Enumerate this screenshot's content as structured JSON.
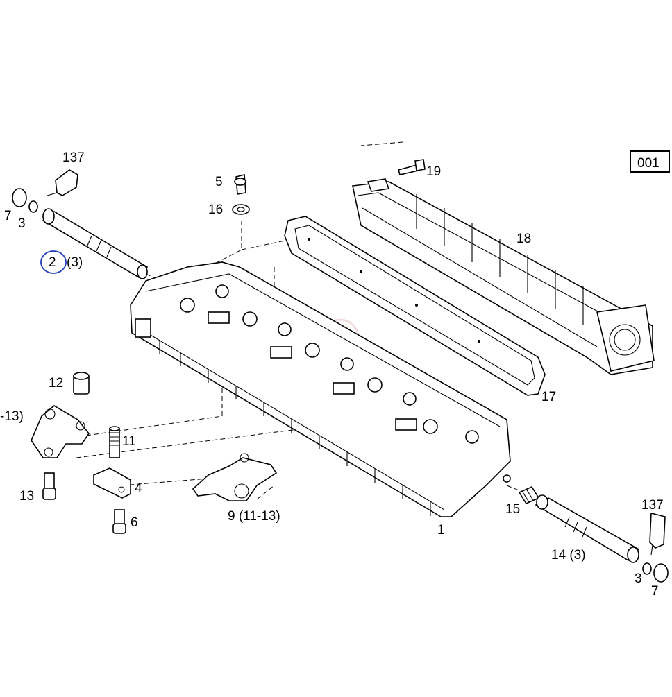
{
  "diagram_id": "001",
  "callouts": {
    "c137a": "137",
    "c7a": "7",
    "c3a": "3",
    "c2": "2",
    "c2q": "(3)",
    "c5": "5",
    "c16": "16",
    "c19": "19",
    "c18": "18",
    "c17": "17",
    "c12": "12",
    "c13a": "-13)",
    "c11": "11",
    "c13b": "13",
    "c4": "4",
    "c6": "6",
    "c9": "9 (11-13)",
    "c15": "15",
    "c1": "1",
    "c137b": "137",
    "c14": "14 (3)",
    "c3b": "3",
    "c7b": "7"
  },
  "colors": {
    "highlight_circle": "#1f3fbf",
    "ink": "#000000",
    "watermark": "#d9a0a0"
  }
}
